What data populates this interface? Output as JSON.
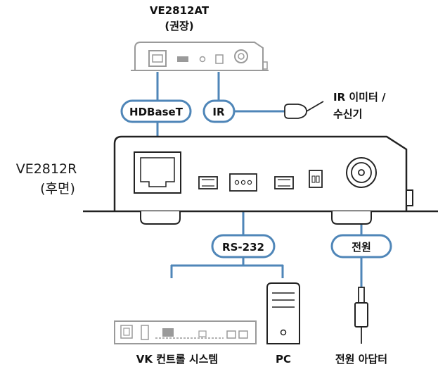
{
  "top_device": {
    "model": "VE2812AT",
    "note": "(권장)"
  },
  "main_device": {
    "model": "VE2812R",
    "note": "(후면)"
  },
  "badges": {
    "hdbaset": "HDBaseT",
    "ir": "IR",
    "rs232": "RS-232",
    "power": "전원"
  },
  "ir_device": {
    "line1": "IR 이미터 /",
    "line2": "수신기"
  },
  "bottom_labels": {
    "vk": "VK 컨트롤 시스템",
    "pc": "PC",
    "adapter": "전원 아답터"
  },
  "colors": {
    "connector": "#4f86b8",
    "outline": "#222222",
    "grey_device": "#9a9a9a"
  }
}
